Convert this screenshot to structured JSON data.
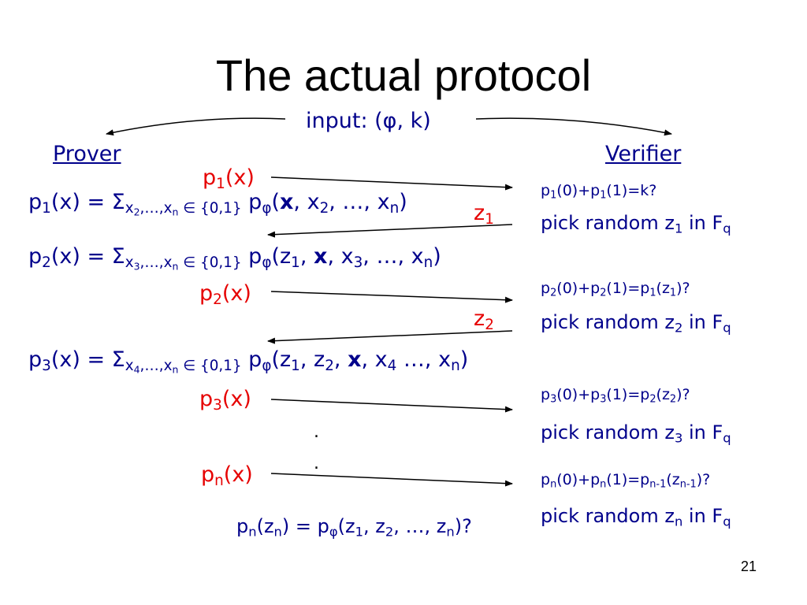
{
  "slide": {
    "title": "The actual protocol",
    "input_label": "input: (φ, k)",
    "prover_label": "Prover",
    "verifier_label": "Verifier",
    "page_number": "21",
    "ellipsis_dot": "."
  },
  "prover_steps": [
    {
      "poly": "1",
      "sum_start": "2",
      "args_before": "",
      "args_after": ", x",
      "args_after_sub": "2",
      "args_tail": ", …, x",
      "args_tail_sub": "n",
      "args_end": ")"
    },
    {
      "poly": "2",
      "sum_start": "3"
    },
    {
      "poly": "3",
      "sum_start": "4"
    }
  ],
  "messages": {
    "p1": "p1(x)",
    "z1": "z1",
    "p2": "p2(x)",
    "z2": "z2",
    "p3": "p3(x)",
    "pn": "pn(x)"
  },
  "verifier_checks": [
    "p1(0)+p1(1)=k?",
    "p2(0)+p2(1)=p1(z1)?",
    "p3(0)+p3(1)=p2(z2)?",
    "pn(0)+pn(1)=pn-1(zn-1)?"
  ],
  "verifier_picks": [
    "pick random z1 in Fq",
    "pick random z2 in Fq",
    "pick random z3 in Fq",
    "pick random zn in Fq"
  ],
  "final_check": "pn(zn) = pφ(z1, z2, …, zn)?",
  "colors": {
    "text": "#00008B",
    "message": "#E60000",
    "arrow": "#000000"
  }
}
